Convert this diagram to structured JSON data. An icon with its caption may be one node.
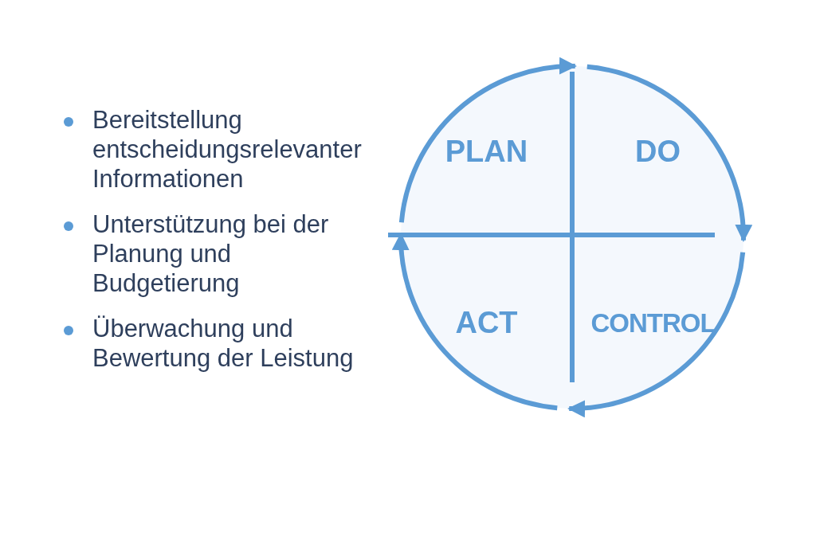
{
  "diagram": {
    "nodes": [
      {
        "text": [
          "PLAN"
        ]
      },
      {
        "text": [
          "DO"
        ]
      },
      {
        "text": [
          "CONTROL"
        ]
      },
      {
        "text": [
          "ACT"
        ]
      }
    ],
    "edges": [
      {
        "from": 0,
        "to": 1,
        "arrow": "to"
      },
      {
        "from": 1,
        "to": 2,
        "arrow": "to"
      },
      {
        "from": 2,
        "to": 3,
        "arrow": "to"
      },
      {
        "from": 3,
        "to": 0,
        "arrow": "to"
      }
    ],
    "labels": [
      "Bereitstellung entscheidungsrelevanter Informationen",
      "Unterstützung bei der Planung und Budgetierung",
      "Überwachung und Bewertung der Leistung"
    ]
  }
}
